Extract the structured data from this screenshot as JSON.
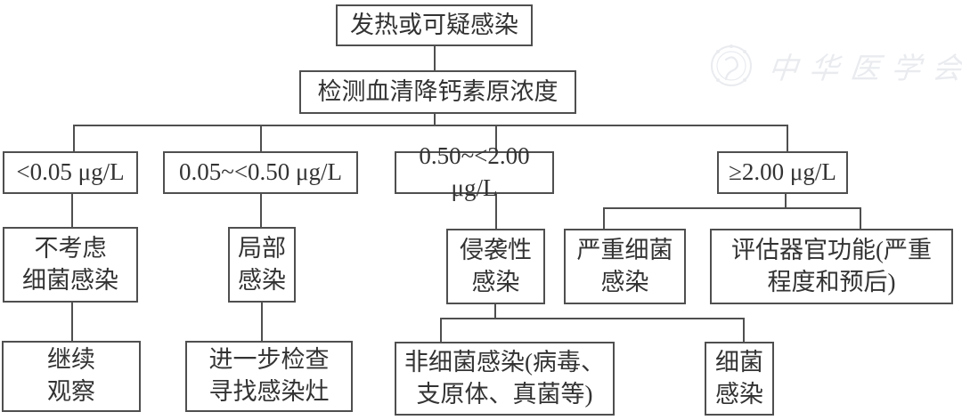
{
  "flowchart": {
    "title_semantic": "PCT-guided infection assessment flowchart",
    "line_color": "#4f4f4f",
    "box_border_color": "#4f4f4f",
    "text_color": "#333333",
    "background_color": "#ffffff",
    "nodes": {
      "fever": {
        "label": "发热或可疑感染"
      },
      "test_pct": {
        "label": "检测血清降钙素原浓度"
      },
      "range_lt_005": {
        "label": "<0.05 μg/L"
      },
      "range_005_050": {
        "label": "0.05~<0.50 μg/L"
      },
      "range_050_200": {
        "label": "0.50~<2.00 μg/L"
      },
      "range_ge_200": {
        "label": "≥2.00 μg/L"
      },
      "no_bacterial": {
        "label": "不考虑\n细菌感染"
      },
      "local_infection": {
        "label": "局部\n感染"
      },
      "invasive_infection": {
        "label": "侵袭性\n感染"
      },
      "severe_bacterial": {
        "label": "严重细菌\n感染"
      },
      "assess_organ": {
        "label": "评估器官功能(严重\n程度和预后)"
      },
      "continue_observation": {
        "label": "继续\n观察"
      },
      "further_exam": {
        "label": "进一步检查\n寻找感染灶"
      },
      "non_bacterial": {
        "label": "非细菌感染(病毒、\n支原体、真菌等)"
      },
      "bacterial": {
        "label": "细菌\n感染"
      }
    }
  },
  "watermark": {
    "text": "中华医学会"
  }
}
